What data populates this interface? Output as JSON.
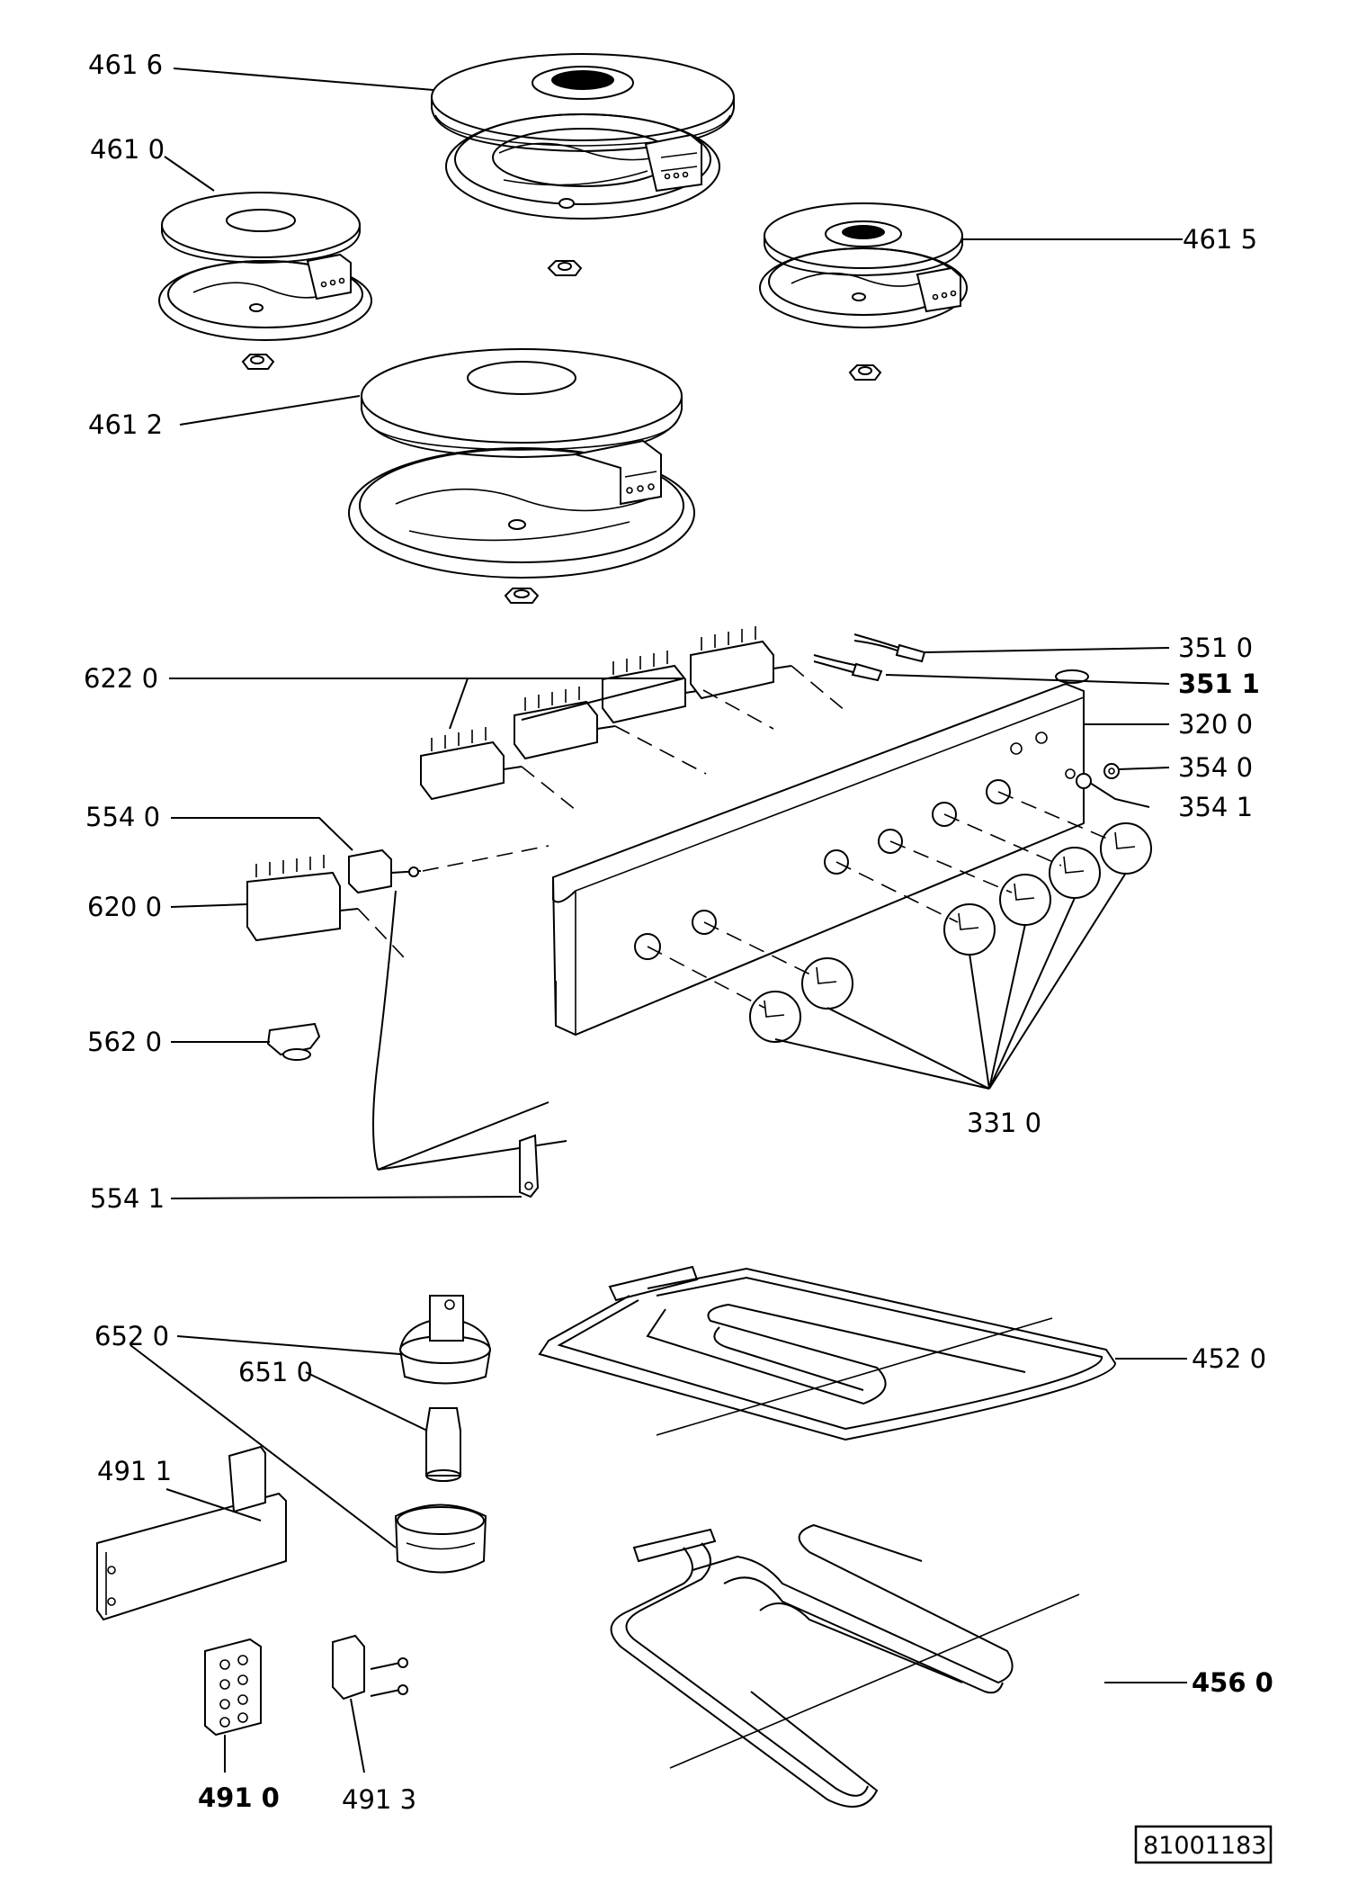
{
  "document_id": "81001183",
  "parts": [
    {
      "id": "l4616",
      "text": "461 6"
    },
    {
      "id": "l4610",
      "text": "461 0"
    },
    {
      "id": "l4615",
      "text": "461 5"
    },
    {
      "id": "l4612",
      "text": "461 2"
    },
    {
      "id": "l6220",
      "text": "622 0"
    },
    {
      "id": "l3510",
      "text": "351 0"
    },
    {
      "id": "l3511",
      "text": "351 1"
    },
    {
      "id": "l3200",
      "text": "320 0"
    },
    {
      "id": "l3540",
      "text": "354 0"
    },
    {
      "id": "l3541",
      "text": "354 1"
    },
    {
      "id": "l5540",
      "text": "554 0"
    },
    {
      "id": "l6200",
      "text": "620 0"
    },
    {
      "id": "l5620",
      "text": "562 0"
    },
    {
      "id": "l3310",
      "text": "331 0"
    },
    {
      "id": "l5541",
      "text": "554 1"
    },
    {
      "id": "l6520",
      "text": "652 0"
    },
    {
      "id": "l6510",
      "text": "651 0"
    },
    {
      "id": "l4520",
      "text": "452 0"
    },
    {
      "id": "l4911",
      "text": "491 1"
    },
    {
      "id": "l4560",
      "text": "456 0"
    },
    {
      "id": "l4910",
      "text": "491 0"
    },
    {
      "id": "l4913",
      "text": "491 3"
    }
  ]
}
